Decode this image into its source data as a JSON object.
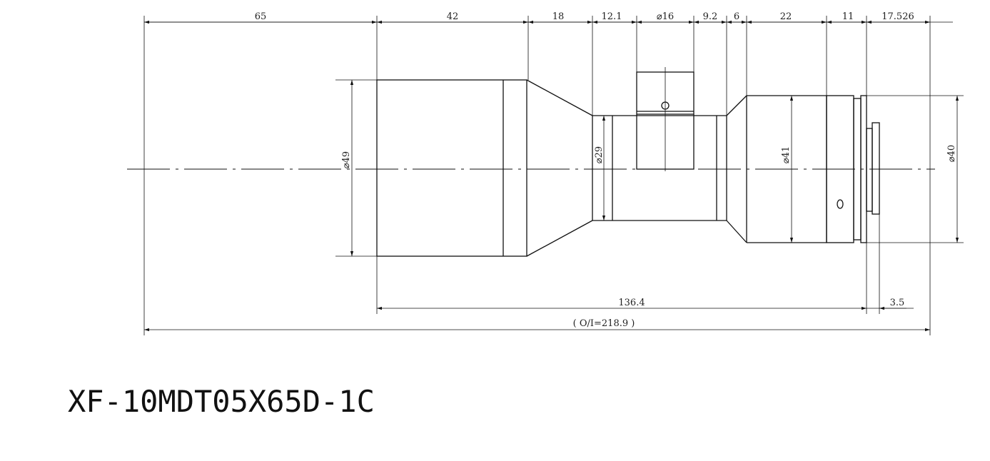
{
  "model": "XF-10MDT05X65D-1C",
  "dimensions": {
    "top": [
      "65",
      "42",
      "18",
      "12.1",
      "⌀16",
      "9.2",
      "6",
      "22",
      "11",
      "17.526"
    ],
    "diameters": [
      "⌀49",
      "⌀29",
      "⌀41",
      "⌀40"
    ],
    "length": "136.4",
    "flange": "3.5",
    "total": "( O/I=218.9 )"
  },
  "colors": {
    "line": "#111111",
    "background": "#ffffff"
  }
}
